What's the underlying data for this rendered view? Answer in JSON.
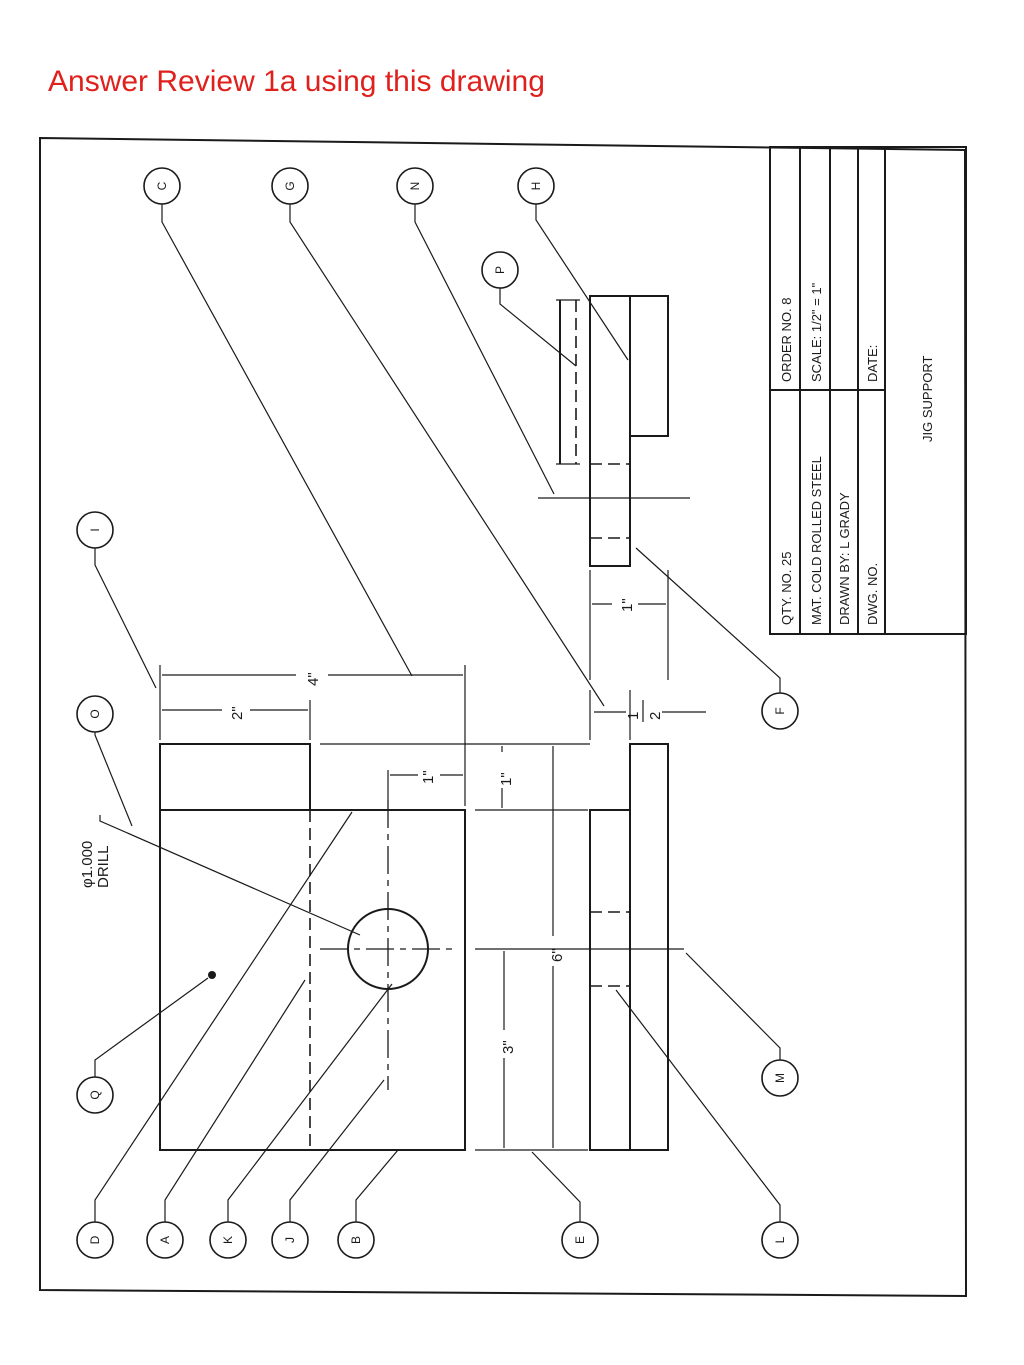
{
  "header": {
    "title": "Answer Review 1a using this drawing"
  },
  "drawing": {
    "callouts": {
      "C": "C",
      "G": "G",
      "N": "N",
      "H": "H",
      "P": "P",
      "I": "I",
      "O": "O",
      "F": "F",
      "Q": "Q",
      "D": "D",
      "A": "A",
      "K": "K",
      "J": "J",
      "B": "B",
      "E": "E",
      "L": "L",
      "M": "M"
    },
    "dimensions": {
      "overall_4": "4\"",
      "width_2": "2\"",
      "one_top": "1\"",
      "one_side": "1\"",
      "three": "3\"",
      "six": "6\"",
      "one_f": "1\"",
      "half_num": "1",
      "half_den": "2"
    },
    "notes": {
      "drill_line1": "φ1.000",
      "drill_line2": "DRILL"
    },
    "title_block": {
      "qty": "QTY. NO. 25",
      "order": "ORDER NO. 8",
      "material": "MAT. COLD ROLLED STEEL",
      "scale": "SCALE:  1/2\" = 1\"",
      "drawn_by": "DRAWN BY:  L GRADY",
      "dwg_no": "DWG. NO.",
      "date": "DATE:",
      "part_name": "JIG SUPPORT"
    }
  }
}
